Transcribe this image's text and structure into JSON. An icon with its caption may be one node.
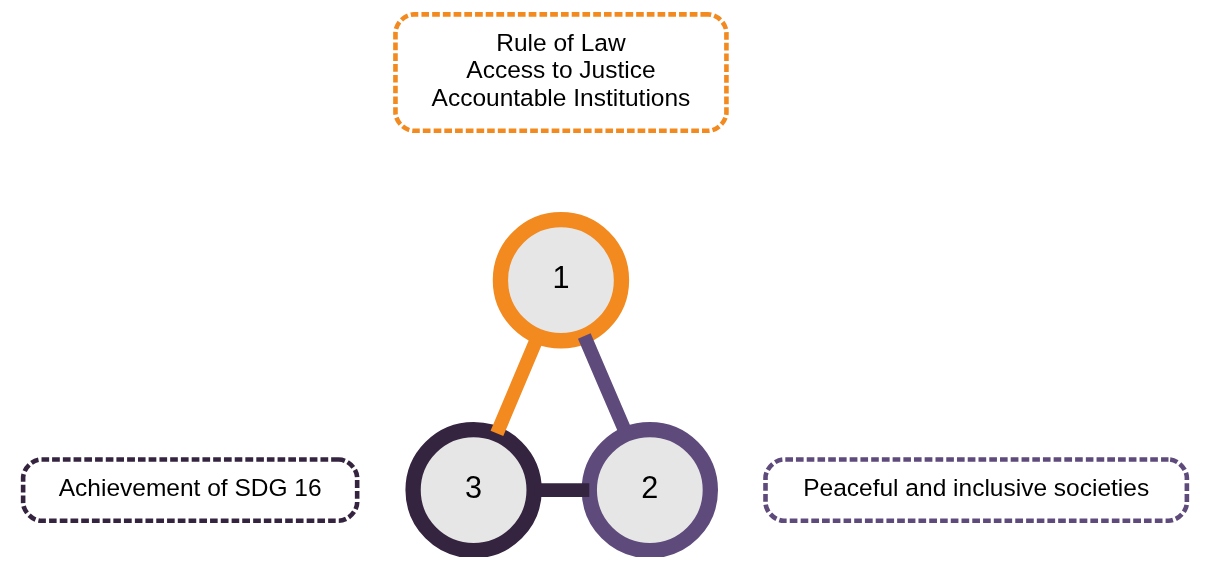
{
  "diagram": {
    "nodes": [
      {
        "text": [
          "Rule of Law",
          "Access to Justice",
          "Accountable Institutions"
        ]
      },
      {
        "text": [
          "1"
        ]
      },
      {
        "text": [
          "2"
        ]
      },
      {
        "text": [
          "Peaceful and inclusive societies"
        ]
      },
      {
        "text": [
          "3"
        ]
      },
      {
        "text": [
          "Achievement of SDG 16"
        ]
      }
    ],
    "edges": [
      {
        "from": 1,
        "to": 2,
        "arrow": "none",
        "color": "#5e4b7c"
      },
      {
        "from": 4,
        "to": 2,
        "arrow": "none",
        "color": "#35243f"
      },
      {
        "from": 1,
        "to": 4,
        "arrow": "none",
        "color": "#f28a1f"
      }
    ]
  }
}
